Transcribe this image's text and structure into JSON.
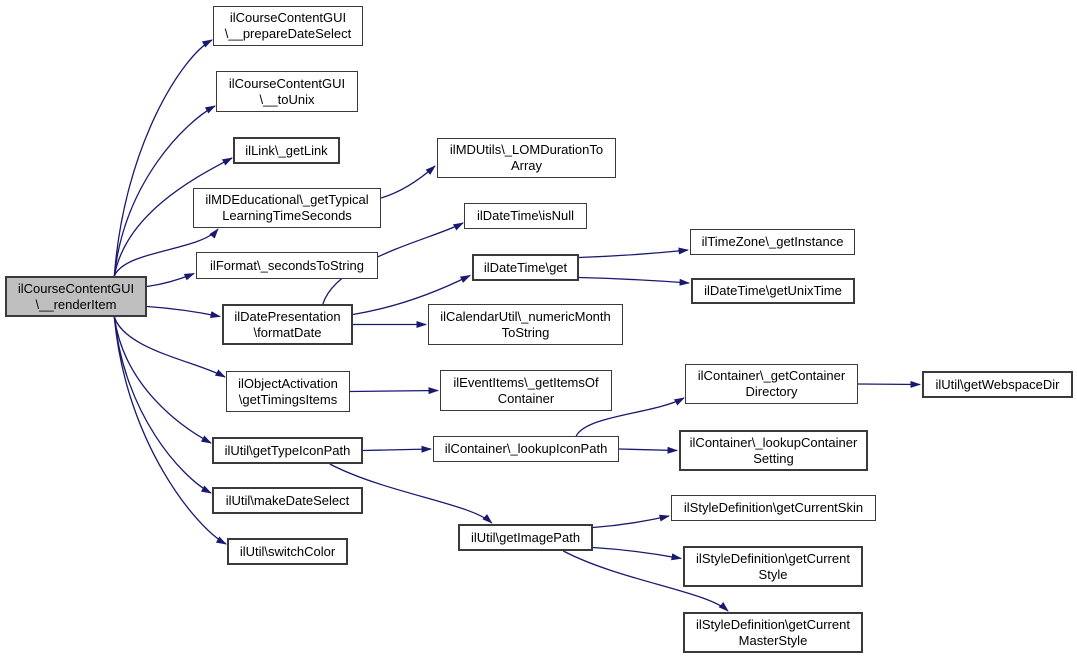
{
  "diagram": {
    "type": "call-graph",
    "background_color": "#ffffff",
    "edge_color": "#191970",
    "node_border_color": "#3a3a3a",
    "root_fill_color": "#bfbfbf",
    "nodes": [
      {
        "id": "renderItem",
        "label": "ilCourseContentGUI\n\\__renderItem"
      },
      {
        "id": "prepareDateSelect",
        "label": "ilCourseContentGUI\n\\__prepareDateSelect"
      },
      {
        "id": "toUnix",
        "label": "ilCourseContentGUI\n\\__toUnix"
      },
      {
        "id": "getLink",
        "label": "ilLink\\_getLink"
      },
      {
        "id": "mdEducational",
        "label": "ilMDEducational\\_getTypical\nLearningTimeSeconds"
      },
      {
        "id": "secondsToString",
        "label": "ilFormat\\_secondsToString"
      },
      {
        "id": "formatDate",
        "label": "ilDatePresentation\n\\formatDate"
      },
      {
        "id": "getTimingsItems",
        "label": "ilObjectActivation\n\\getTimingsItems"
      },
      {
        "id": "getTypeIconPath",
        "label": "ilUtil\\getTypeIconPath"
      },
      {
        "id": "makeDateSelect",
        "label": "ilUtil\\makeDateSelect"
      },
      {
        "id": "switchColor",
        "label": "ilUtil\\switchColor"
      },
      {
        "id": "lomDurationToArray",
        "label": "ilMDUtils\\_LOMDurationTo\nArray"
      },
      {
        "id": "isNull",
        "label": "ilDateTime\\isNull"
      },
      {
        "id": "get",
        "label": "ilDateTime\\get"
      },
      {
        "id": "timeZoneGetInstance",
        "label": "ilTimeZone\\_getInstance"
      },
      {
        "id": "getUnixTime",
        "label": "ilDateTime\\getUnixTime"
      },
      {
        "id": "numericMonthToString",
        "label": "ilCalendarUtil\\_numericMonth\nToString"
      },
      {
        "id": "getItemsOfContainer",
        "label": "ilEventItems\\_getItemsOf\nContainer"
      },
      {
        "id": "lookupIconPath",
        "label": "ilContainer\\_lookupIconPath"
      },
      {
        "id": "getContainerDirectory",
        "label": "ilContainer\\_getContainer\nDirectory"
      },
      {
        "id": "getWebspaceDir",
        "label": "ilUtil\\getWebspaceDir"
      },
      {
        "id": "lookupContainerSetting",
        "label": "ilContainer\\_lookupContainer\nSetting"
      },
      {
        "id": "getImagePath",
        "label": "ilUtil\\getImagePath"
      },
      {
        "id": "getCurrentSkin",
        "label": "ilStyleDefinition\\getCurrentSkin"
      },
      {
        "id": "getCurrentStyle",
        "label": "ilStyleDefinition\\getCurrent\nStyle"
      },
      {
        "id": "getCurrentMasterStyle",
        "label": "ilStyleDefinition\\getCurrent\nMasterStyle"
      }
    ],
    "edges": [
      {
        "from": "renderItem",
        "to": "prepareDateSelect"
      },
      {
        "from": "renderItem",
        "to": "toUnix"
      },
      {
        "from": "renderItem",
        "to": "getLink"
      },
      {
        "from": "renderItem",
        "to": "mdEducational"
      },
      {
        "from": "renderItem",
        "to": "secondsToString"
      },
      {
        "from": "renderItem",
        "to": "formatDate"
      },
      {
        "from": "renderItem",
        "to": "getTimingsItems"
      },
      {
        "from": "renderItem",
        "to": "getTypeIconPath"
      },
      {
        "from": "renderItem",
        "to": "makeDateSelect"
      },
      {
        "from": "renderItem",
        "to": "switchColor"
      },
      {
        "from": "mdEducational",
        "to": "lomDurationToArray"
      },
      {
        "from": "formatDate",
        "to": "isNull"
      },
      {
        "from": "formatDate",
        "to": "get"
      },
      {
        "from": "formatDate",
        "to": "numericMonthToString"
      },
      {
        "from": "get",
        "to": "timeZoneGetInstance"
      },
      {
        "from": "get",
        "to": "getUnixTime"
      },
      {
        "from": "getTimingsItems",
        "to": "getItemsOfContainer"
      },
      {
        "from": "getTypeIconPath",
        "to": "lookupIconPath"
      },
      {
        "from": "getTypeIconPath",
        "to": "getImagePath",
        "toSide": "top"
      },
      {
        "from": "lookupIconPath",
        "to": "getContainerDirectory"
      },
      {
        "from": "lookupIconPath",
        "to": "lookupContainerSetting"
      },
      {
        "from": "getContainerDirectory",
        "to": "getWebspaceDir"
      },
      {
        "from": "getImagePath",
        "to": "getCurrentSkin"
      },
      {
        "from": "getImagePath",
        "to": "getCurrentStyle"
      },
      {
        "from": "getImagePath",
        "to": "getCurrentMasterStyle",
        "toSide": "top"
      }
    ]
  }
}
